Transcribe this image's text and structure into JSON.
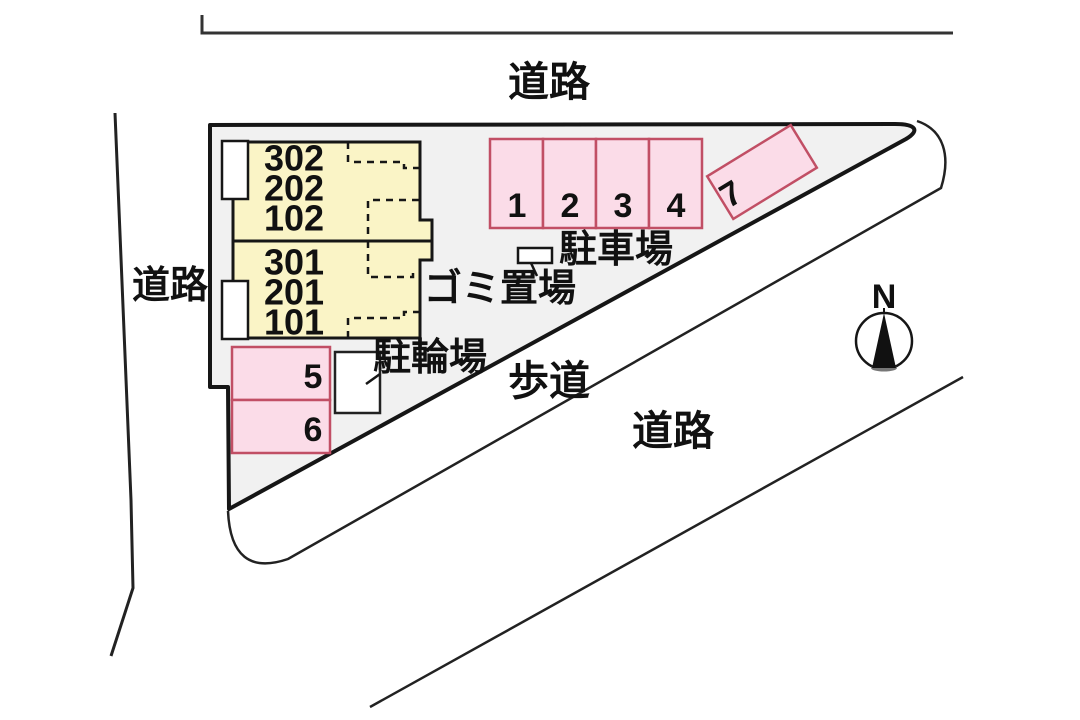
{
  "diagram": {
    "type": "site-plan",
    "labels": {
      "road_top": "道路",
      "road_left": "道路",
      "road_bottom": "道路",
      "sidewalk": "歩道",
      "parking_lot": "駐車場",
      "garbage_area": "ゴミ置場",
      "bicycle_area": "駐輪場",
      "north": "N"
    },
    "building": {
      "upper_unit_rooms": [
        "302",
        "202",
        "102"
      ],
      "lower_unit_rooms": [
        "301",
        "201",
        "101"
      ]
    },
    "parking": {
      "row_stalls": [
        "1",
        "2",
        "3",
        "4"
      ],
      "angled_stall": "7",
      "side_stalls": [
        "5",
        "6"
      ]
    },
    "colors": {
      "site_fill": "#f1f1f1",
      "building_fill": "#faf4c6",
      "stall_fill": "#fbdce8",
      "stall_border": "#c14f65",
      "line": "#161616"
    }
  }
}
